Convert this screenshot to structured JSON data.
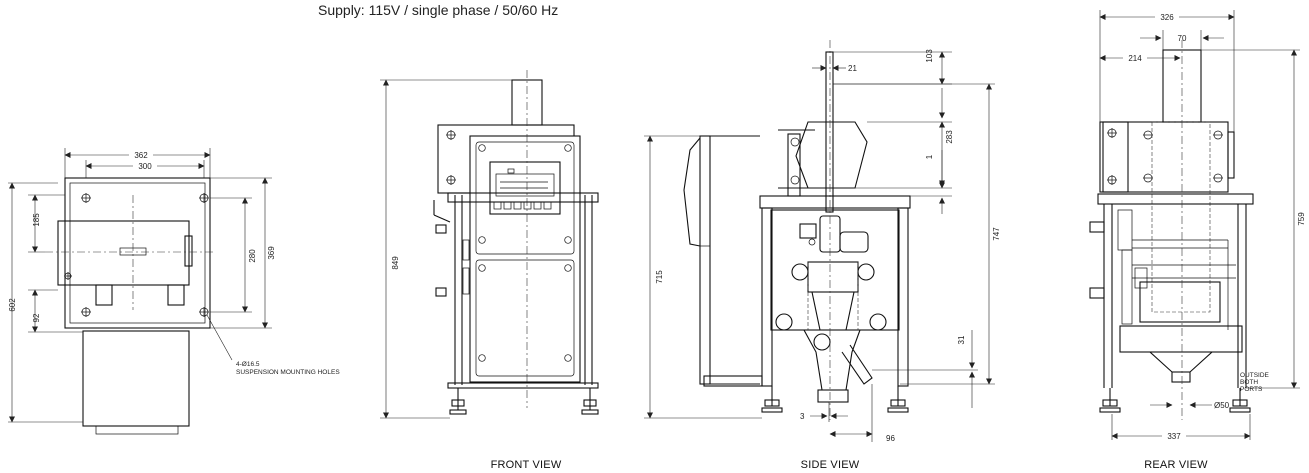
{
  "header": {
    "supply": "Supply: 115V / single phase / 50/60 Hz"
  },
  "views": {
    "top": {
      "dims": {
        "w_outer": "362",
        "w_inner": "300",
        "h185": "185",
        "h280": "280",
        "h369": "369",
        "h602": "602",
        "h92": "92"
      },
      "note_line1": "4-Ø16.5",
      "note_line2": "SUSPENSION MOUNTING HOLES"
    },
    "front": {
      "caption": "FRONT VIEW",
      "dims": {
        "h849": "849"
      }
    },
    "side": {
      "caption": "SIDE VIEW",
      "dims": {
        "d21": "21",
        "d103": "103",
        "d283": "283",
        "d1": "1",
        "d715": "715",
        "d747": "747",
        "d31": "31",
        "d3": "3",
        "d96": "96"
      }
    },
    "rear": {
      "caption": "REAR VIEW",
      "dims": {
        "d326": "326",
        "d70": "70",
        "d214": "214",
        "d759": "759",
        "d337": "337",
        "d50": "Ø50"
      },
      "note": [
        "OUTSIDE",
        "BOTH",
        "PORTS"
      ]
    }
  }
}
